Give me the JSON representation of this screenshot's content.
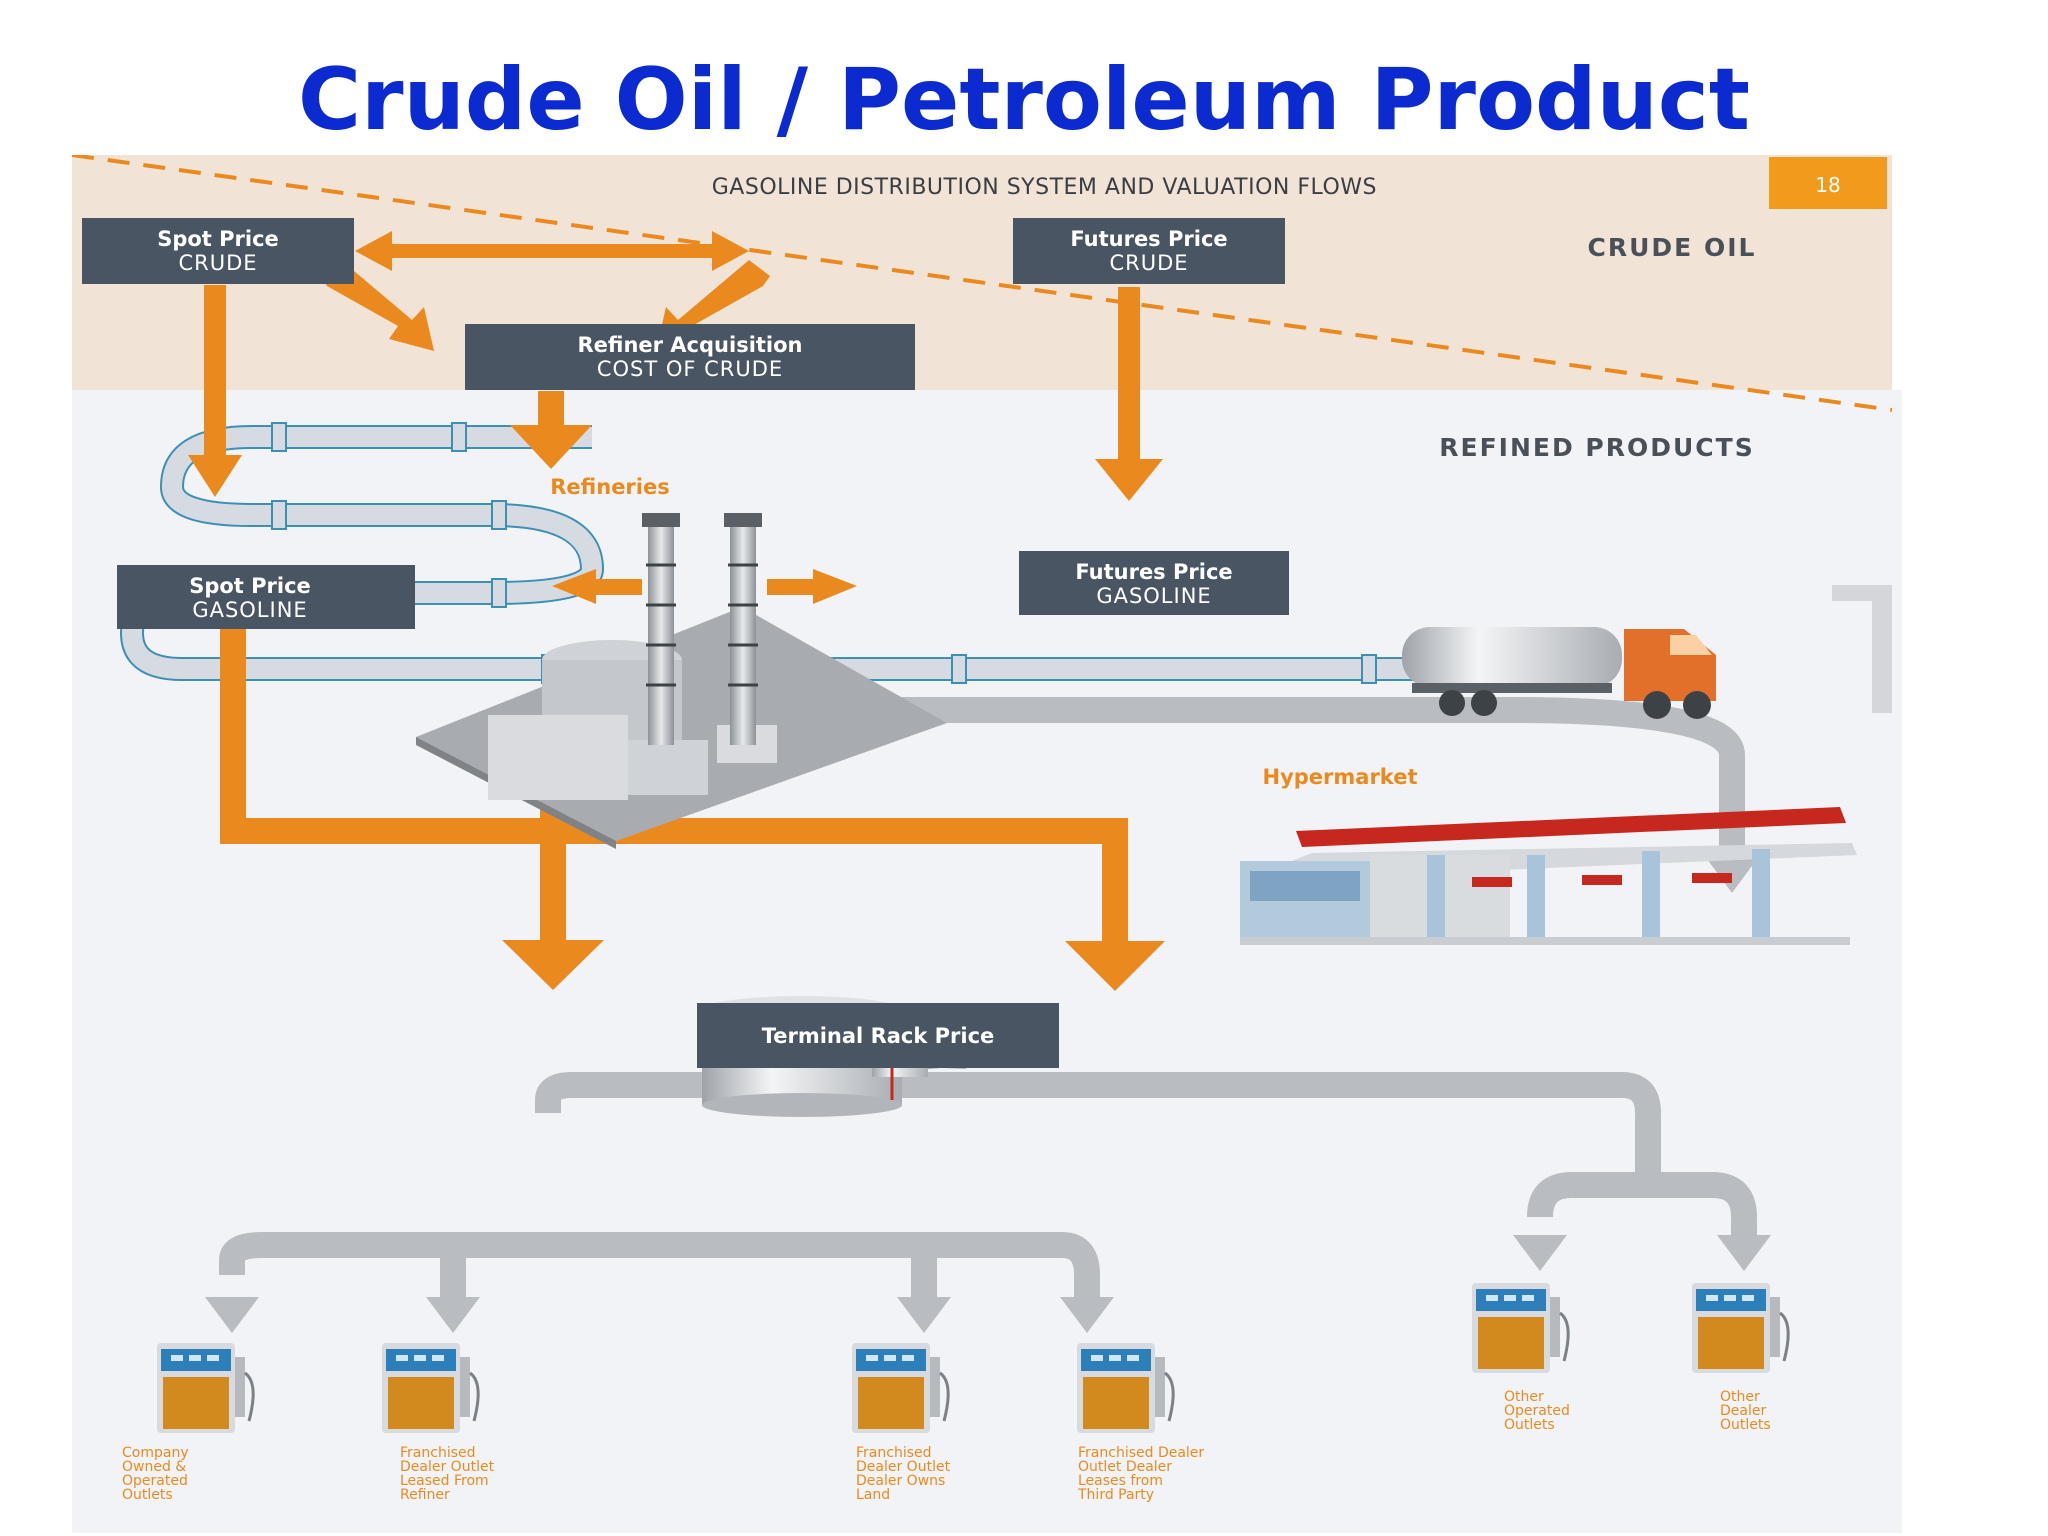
{
  "slide": {
    "title": "Crude Oil / Petroleum Product Transportation"
  },
  "diagram": {
    "header": "GASOLINE DISTRIBUTION SYSTEM AND VALUATION FLOWS",
    "page_number": "18",
    "sections": {
      "crude": "CRUDE OIL",
      "refined": "REFINED PRODUCTS"
    },
    "boxes": {
      "spot_crude": {
        "title": "Spot Price",
        "sub": "CRUDE"
      },
      "futures_crude": {
        "title": "Futures Price",
        "sub": "CRUDE"
      },
      "refiner": {
        "title": "Refiner Acquisition",
        "sub": "COST OF CRUDE"
      },
      "spot_gasoline": {
        "title": "Spot Price",
        "sub": "GASOLINE"
      },
      "futures_gasoline": {
        "title": "Futures Price",
        "sub": "GASOLINE"
      },
      "terminal": {
        "title": "Terminal Rack Price"
      }
    },
    "labels": {
      "refineries": "Refineries",
      "hypermarket": "Hypermarket"
    },
    "outlets": [
      {
        "lines": [
          "Company",
          "Owned &",
          "Operated",
          "Outlets"
        ]
      },
      {
        "lines": [
          "Franchised",
          "Dealer Outlet",
          "Leased From",
          "Refiner"
        ]
      },
      {
        "lines": [
          "Franchised",
          "Dealer Outlet",
          "Dealer Owns",
          "Land"
        ]
      },
      {
        "lines": [
          "Franchised Dealer",
          "Outlet Dealer",
          "Leases from",
          "Third Party"
        ]
      },
      {
        "lines": [
          "Other",
          "Operated",
          "Outlets"
        ]
      },
      {
        "lines": [
          "Other",
          "Dealer",
          "Outlets"
        ]
      }
    ],
    "colors": {
      "title_blue": "#0b2bd0",
      "flow_orange": "#ea8a1e",
      "box_slate": "#4a5563",
      "crude_band": "#f1e3d6",
      "refined_bg": "#f2f3f6",
      "pipe_gray": "#b9bcc1"
    }
  }
}
